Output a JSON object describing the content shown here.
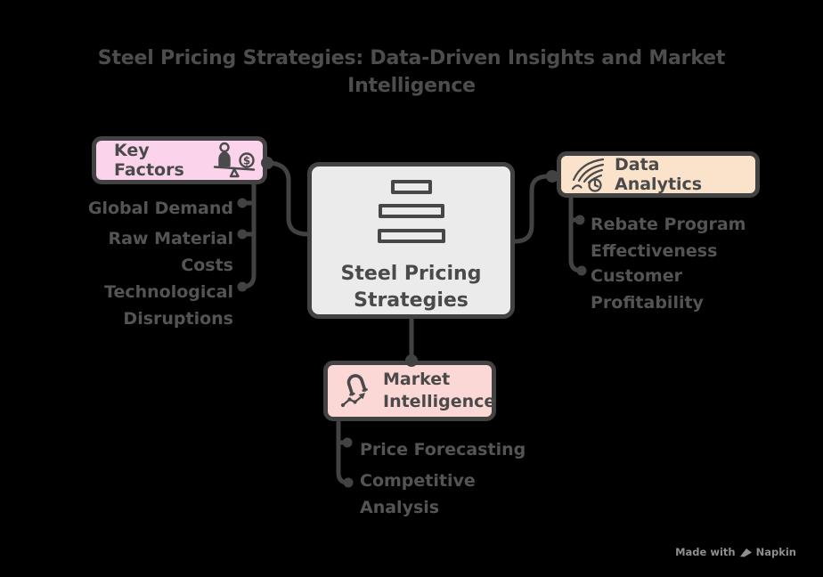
{
  "title": "Steel Pricing Strategies: Data-Driven Insights and Market Intelligence",
  "center": {
    "label": "Steel Pricing Strategies"
  },
  "branches": [
    {
      "id": "key-factors",
      "label": "Key Factors",
      "icon": "person-money-balance-icon",
      "items": [
        "Global Demand",
        "Raw Material Costs",
        "Technological Disruptions"
      ]
    },
    {
      "id": "data-analytics",
      "label": "Data Analytics",
      "icon": "trend-lines-clock-icon",
      "items": [
        "Rebate Program Effectiveness",
        "Customer Profitability"
      ]
    },
    {
      "id": "market-intelligence",
      "label": "Market Intelligence",
      "icon": "magnet-trend-chart-icon",
      "items": [
        "Price Forecasting",
        "Competitive Analysis"
      ]
    }
  ],
  "icons": {
    "center": "stacked-bars-icon",
    "footer": "pen-nib-icon"
  },
  "footer": {
    "text": "Made with",
    "brand": "Napkin"
  },
  "colors": {
    "background": "#000000",
    "stroke": "#424242",
    "title_text": "#4d4d4d",
    "item_text": "#545454",
    "box_text": "#4a4a4a",
    "key_factors_fill": "#fbd4ec",
    "data_analytics_fill": "#fbe2cb",
    "market_intelligence_fill": "#fbd7d5",
    "center_fill": "#ebebeb",
    "footer_text": "#8e8e8e"
  }
}
